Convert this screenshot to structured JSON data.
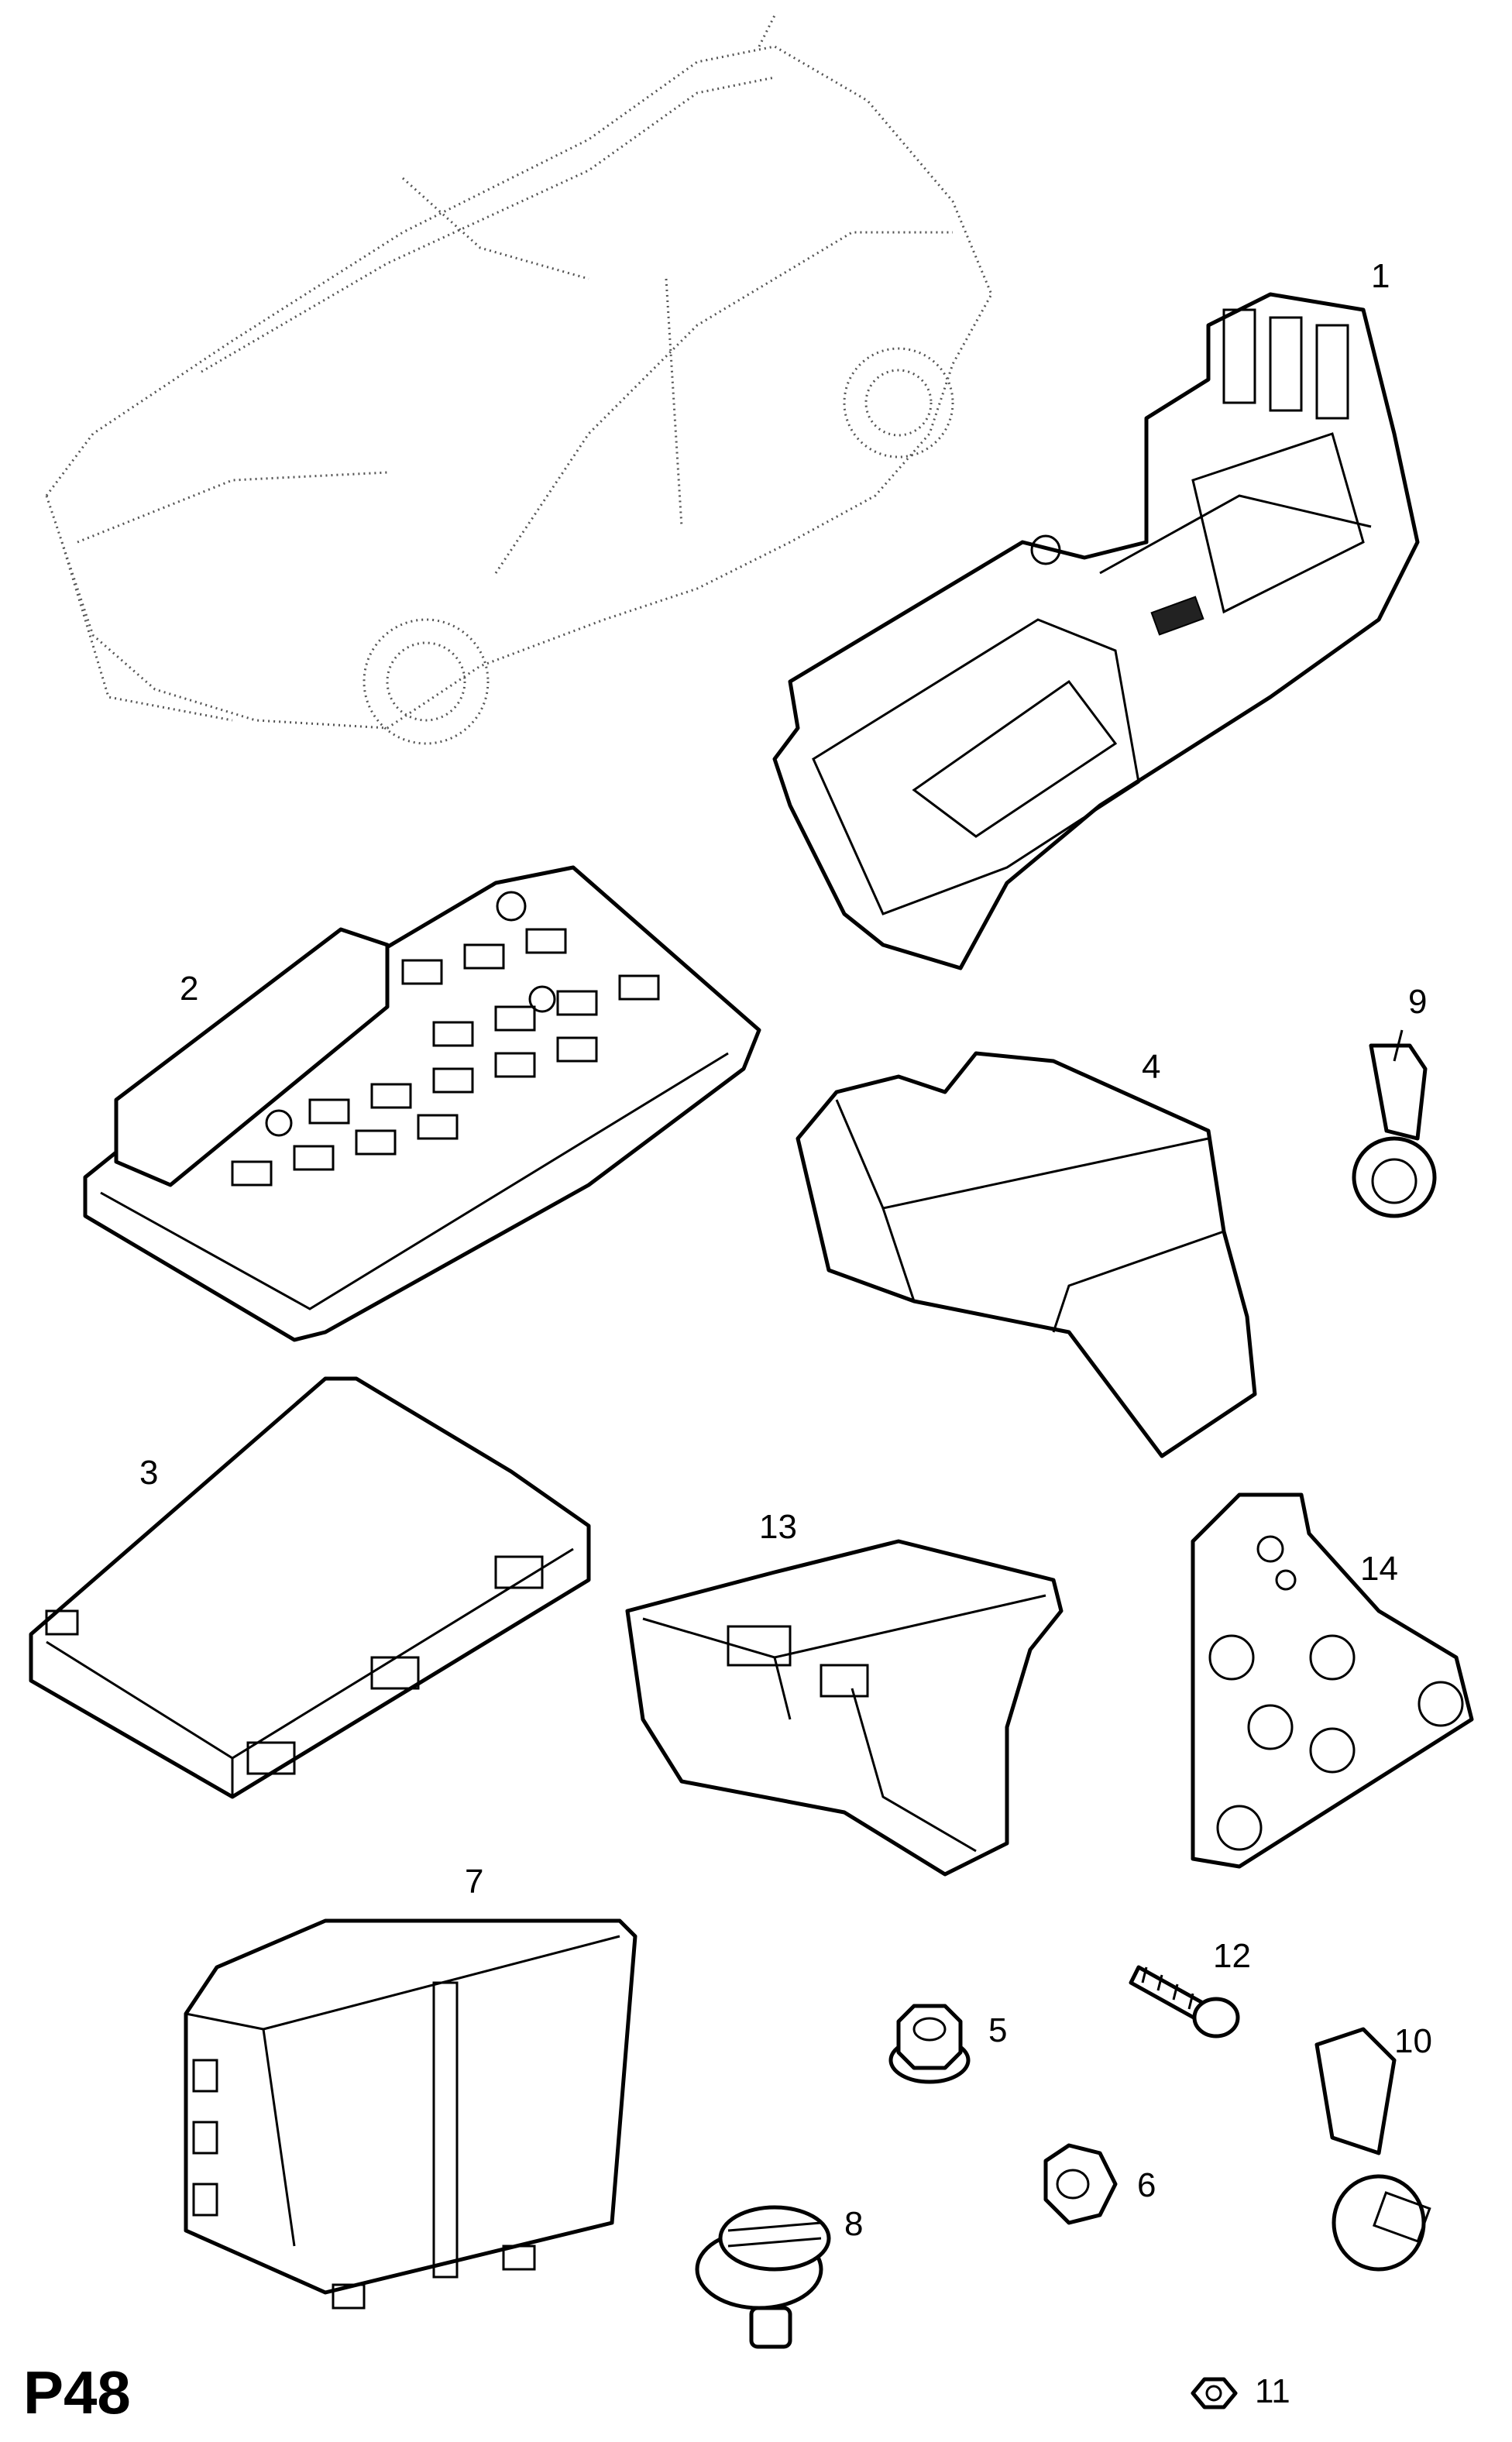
{
  "diagram": {
    "page_code": "P48",
    "callouts": [
      {
        "id": "1",
        "label": "1"
      },
      {
        "id": "2",
        "label": "2"
      },
      {
        "id": "3",
        "label": "3"
      },
      {
        "id": "4",
        "label": "4"
      },
      {
        "id": "5",
        "label": "5"
      },
      {
        "id": "6",
        "label": "6"
      },
      {
        "id": "7",
        "label": "7"
      },
      {
        "id": "8",
        "label": "8"
      },
      {
        "id": "9",
        "label": "9"
      },
      {
        "id": "10",
        "label": "10"
      },
      {
        "id": "11",
        "label": "11"
      },
      {
        "id": "12",
        "label": "12"
      },
      {
        "id": "13",
        "label": "13"
      },
      {
        "id": "14",
        "label": "14"
      }
    ]
  }
}
